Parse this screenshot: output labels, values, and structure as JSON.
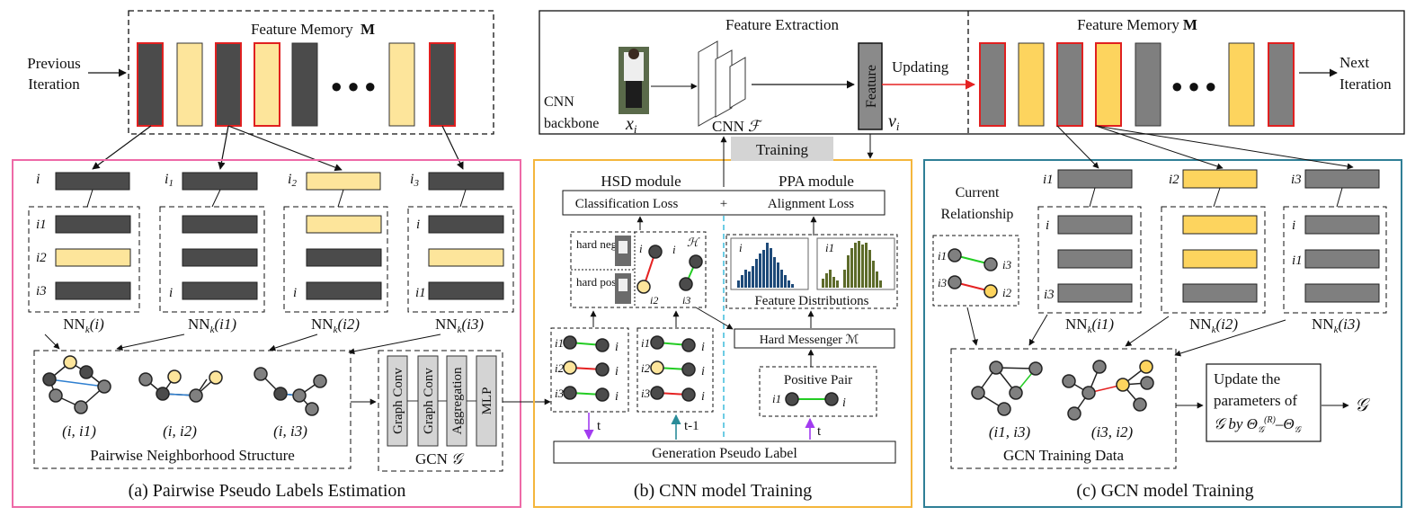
{
  "colors": {
    "dark_cell": "#4b4b4b",
    "gray_cell": "#7f7f7f",
    "light_yellow": "#fde59b",
    "yellow": "#fdd45e",
    "red_border": "#e02020",
    "pink_frame": "#ee6aa7",
    "orange_frame": "#f4b63c",
    "teal_frame": "#2f7f96",
    "edge_green": "#22cc22",
    "edge_red": "#e52222",
    "edge_blue": "#2e7fd0",
    "arrow_purple": "#a23cf0",
    "arrow_teal": "#2a8c99",
    "dashed_cyan": "#2fb6d9",
    "hist_blue": "#1e4a79",
    "hist_olive": "#5d6b2a",
    "training_gray": "#d4d4d4"
  },
  "left": {
    "memory_title": "Feature Memory",
    "memory_symbol": "M",
    "previous_label_1": "Previous",
    "previous_label_2": "Iteration",
    "ellipsis": "● ● ●",
    "anchors": [
      "i",
      "i",
      "i",
      "i"
    ],
    "anchor_subs": [
      "",
      "1",
      "2",
      "3"
    ],
    "lists": [
      {
        "labels": [
          "i1",
          "i2",
          "i3"
        ]
      },
      {
        "labels": [
          "",
          "",
          "i"
        ]
      },
      {
        "labels": [
          "",
          "",
          "i"
        ]
      },
      {
        "labels": [
          "i",
          "",
          "i1"
        ]
      }
    ],
    "nn_prefix": "NN",
    "nn_sub": "k",
    "nn_args": [
      "(i)",
      "(i1)",
      "(i2)",
      "(i3)"
    ],
    "pairs": [
      "(i, i1)",
      "(i, i2)",
      "(i, i3)"
    ],
    "pair_caption": "Pairwise Neighborhood Structure",
    "gcn_layers": [
      "Graph Conv",
      "Graph Conv",
      "Aggregation",
      "MLP"
    ],
    "gcn_caption": "GCN",
    "gcn_symbol": "𝒢",
    "section_caption": "(a)  Pairwise Pseudo Labels Estimation"
  },
  "top": {
    "backbone_1": "CNN",
    "backbone_2": "backbone",
    "xi": "x",
    "xi_sub": "i",
    "extraction_title": "Feature Extraction",
    "cnn_label": "CNN",
    "cnn_symbol": "ℱ",
    "feature_label": "Feature",
    "vi": "v",
    "vi_sub": "i",
    "updating": "Updating",
    "memory_title": "Feature Memory",
    "memory_symbol": "M",
    "next_1": "Next",
    "next_2": "Iteration",
    "ellipsis": "● ● ●"
  },
  "middle": {
    "training": "Training",
    "hsd": "HSD module",
    "ppa": "PPA module",
    "cls_loss": "Classification Loss",
    "plus": "+",
    "align_loss": "Alignment Loss",
    "hard_neg": "hard neg.x",
    "hard_pos": "hard pos.x",
    "h_symbol": "ℋ",
    "graph_labels": [
      "i",
      "i",
      "i2",
      "i3"
    ],
    "hist_labels": [
      "i",
      "i1"
    ],
    "feature_dist": "Feature Distributions",
    "hard_messenger": "Hard Messenger ℳ",
    "positive_pair": "Positive Pair",
    "pp_left": "i1",
    "pp_right": "i",
    "col1_labels": [
      "i1",
      "i2",
      "i3"
    ],
    "col1_right": [
      "i",
      "i",
      "i"
    ],
    "col2_labels": [
      "i1",
      "i2",
      "i3"
    ],
    "col2_right": [
      "i",
      "i",
      "i"
    ],
    "t_label": "t",
    "t1_label": "t-1",
    "t_label2": "t",
    "gen_label": "Generation Pseudo Label",
    "section_caption": "(b) CNN model Training"
  },
  "right": {
    "current_1": "Current",
    "current_2": "Relationship",
    "rel_labels": [
      "i1",
      "i3",
      "i3",
      "i2"
    ],
    "anchors": [
      "i1",
      "i2",
      "i3"
    ],
    "lists": [
      {
        "labels": [
          "i",
          "",
          "i3"
        ]
      },
      {
        "labels": [
          "",
          "",
          ""
        ]
      },
      {
        "labels": [
          "i",
          "i1",
          ""
        ]
      }
    ],
    "nn_args": [
      "(i1)",
      "(i2)",
      "(i3)"
    ],
    "pairs": [
      "(i1, i3)",
      "(i3, i2)"
    ],
    "train_caption": "GCN Training Data",
    "update_1": "Update the",
    "update_2": "parameters of",
    "update_3": "𝒢  by  Θ",
    "update_4": "–Θ",
    "g_symbol": "𝒢",
    "section_caption": "(c) GCN model Training"
  }
}
